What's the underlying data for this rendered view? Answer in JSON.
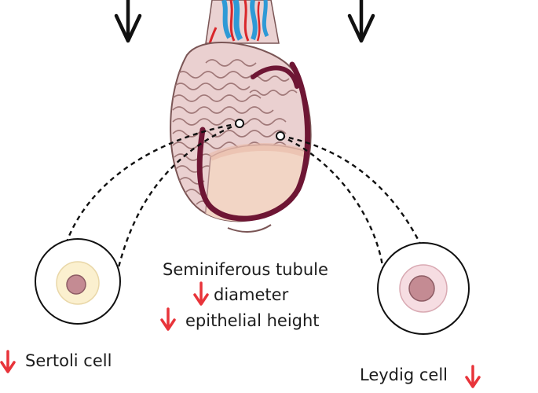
{
  "labels": {
    "tubule_title": "Seminiferous tubule",
    "tubule_diameter": "diameter",
    "tubule_epithelial": "epithelial height",
    "sertoli": "Sertoli cell",
    "leydig": "Leydig cell"
  },
  "colors": {
    "decrease_arrow": "#e8343a",
    "outline": "#111111",
    "tunica": "#6e1634",
    "tissue": "#e8c9c9",
    "tubule_line": "#a07878",
    "vessel_blue": "#2e9ad6",
    "vessel_red": "#d9262a",
    "sertoli_fill": "#fbf0cf",
    "leydig_fill": "#f6dde2",
    "nucleus": "#c48b93"
  },
  "icons": {
    "decrease_indicator": "red-down-arrow-icon",
    "flow_indicator": "black-down-arrow-icon"
  }
}
